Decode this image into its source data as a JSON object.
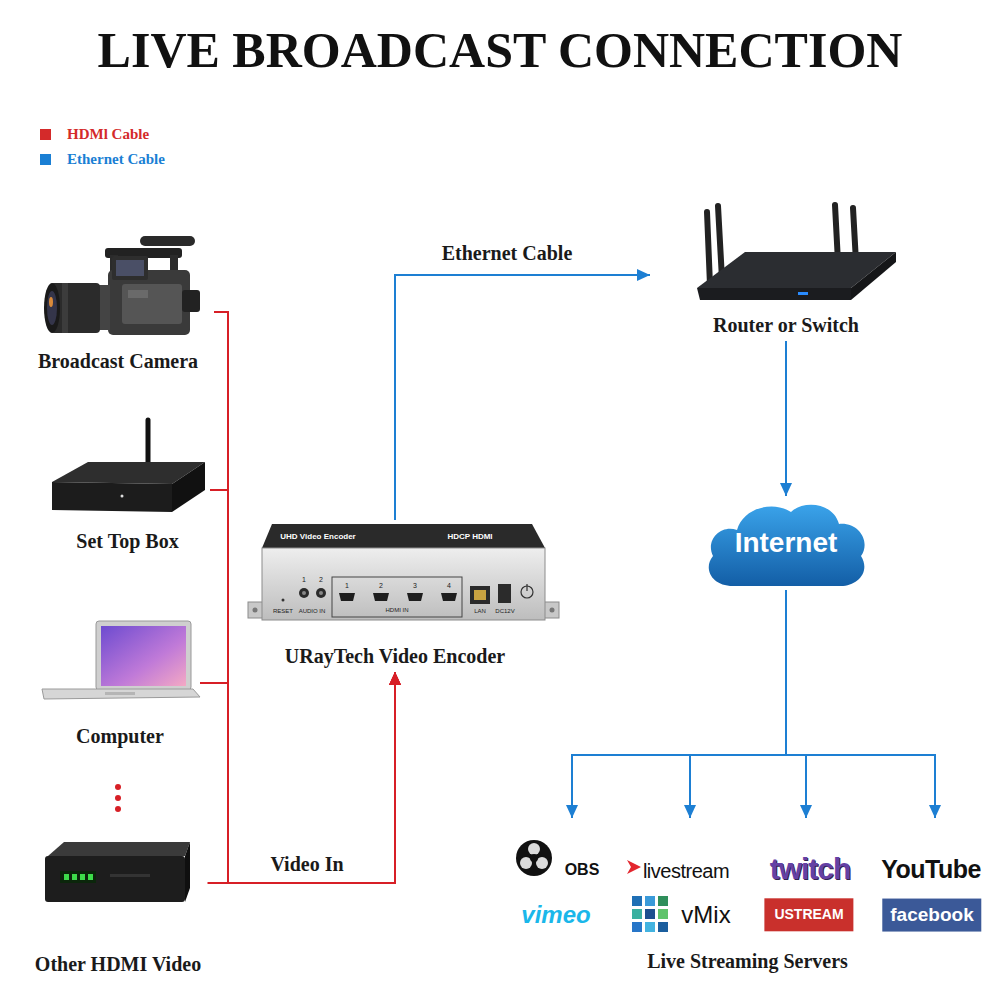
{
  "diagram": {
    "title": "LIVE BROADCAST CONNECTION",
    "nodes": [
      {
        "text": [
          "Broadcast Camera"
        ]
      },
      {
        "text": [
          "Set Top Box"
        ]
      },
      {
        "text": [
          "Computer"
        ]
      },
      {
        "text": [
          "Other HDMI Video"
        ]
      },
      {
        "text": [
          "URayTech Video Encoder"
        ]
      },
      {
        "text": [
          "Router or Switch"
        ]
      },
      {
        "text": [
          "Internet"
        ]
      },
      {
        "text": [
          "Live Streaming Servers"
        ]
      }
    ],
    "edges": [
      {
        "from": 0,
        "to": 4,
        "arrow": "to"
      },
      {
        "from": 1,
        "to": 4,
        "arrow": "to"
      },
      {
        "from": 2,
        "to": 4,
        "arrow": "to"
      },
      {
        "from": 3,
        "to": 4,
        "label": "Video In",
        "arrow": "to"
      },
      {
        "from": 4,
        "to": 5,
        "label": "Ethernet Cable",
        "arrow": "to"
      },
      {
        "from": 5,
        "to": 6,
        "arrow": "to"
      },
      {
        "from": 6,
        "to": 7,
        "arrow": "to"
      }
    ],
    "labels": [
      "UHD Video Encoder",
      "HDCP HDMI",
      "RESET",
      "1",
      "2",
      "AUDIO IN",
      "1",
      "2",
      "3",
      "4",
      "HDMI IN",
      "LAN",
      "DC12V",
      "OBS",
      "livestream",
      "twitch",
      "YouTube",
      "vimeo",
      "vMix",
      "USTREAM",
      "facebook"
    ],
    "legend": [
      {
        "text": "HDMl Cable",
        "color": "#d42a2a"
      },
      {
        "text": "Ethernet Cable",
        "color": "#1a7fd4"
      }
    ]
  }
}
